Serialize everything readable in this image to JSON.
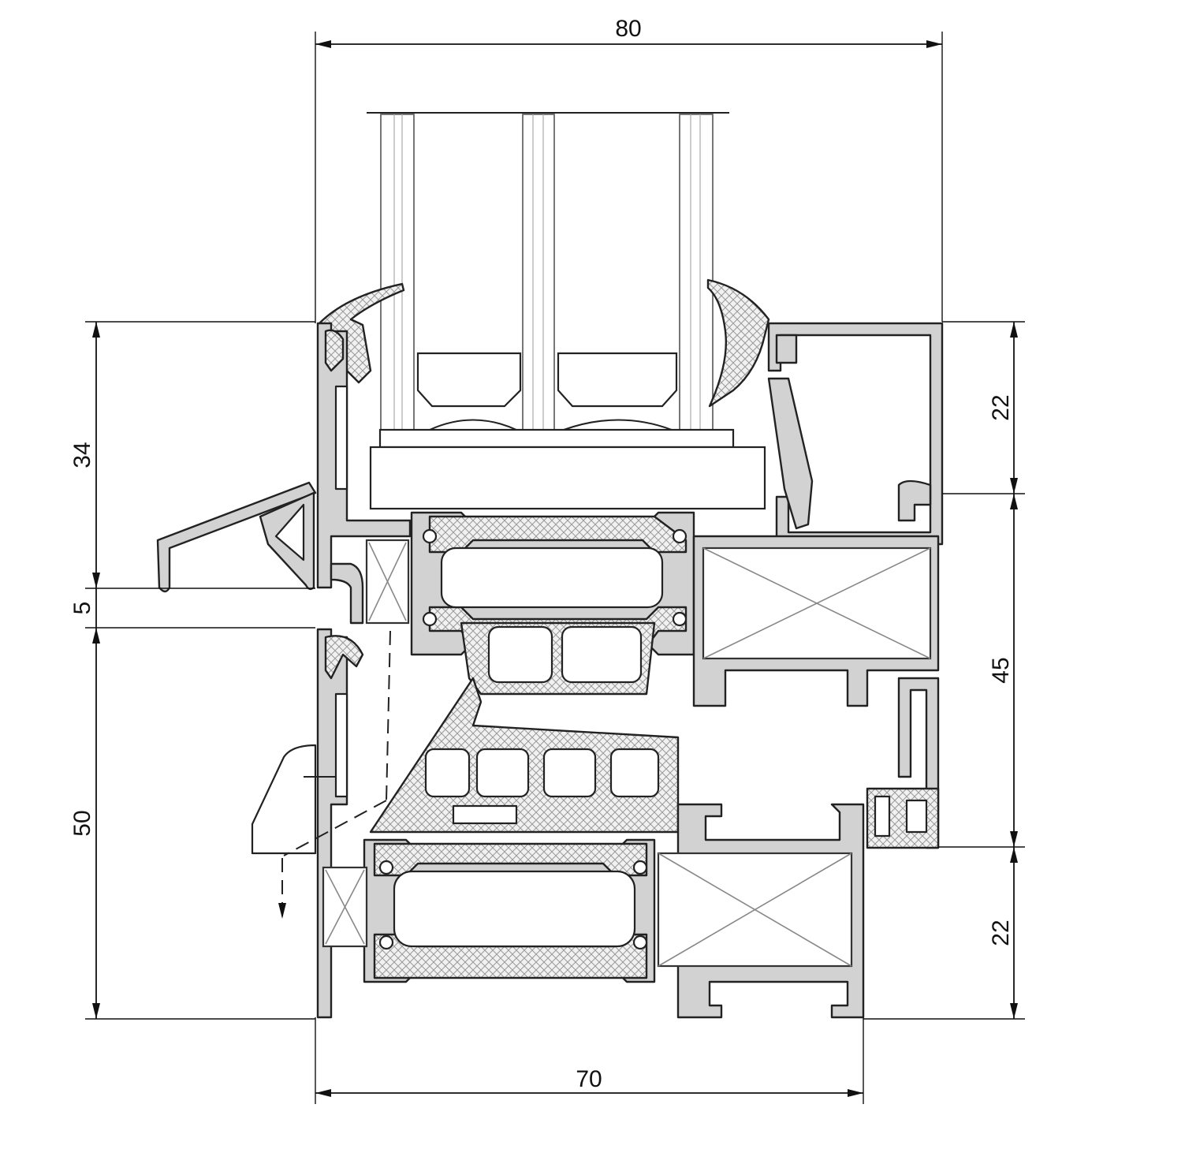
{
  "drawing": {
    "colors": {
      "aluminium": "#d2d2d2",
      "outline": "#222222",
      "insulation_hatch": "#9a9a9a",
      "background": "#ffffff"
    },
    "dimensions": {
      "top_width": "80",
      "bottom_width": "70",
      "left_upper": "34",
      "left_gap": "5",
      "left_lower": "50",
      "right_top": "22",
      "right_middle": "45",
      "right_bottom": "22"
    }
  }
}
